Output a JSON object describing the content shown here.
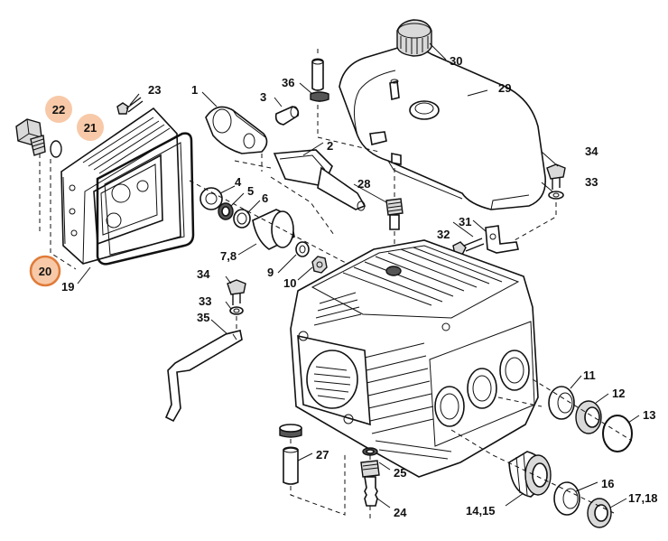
{
  "diagram": {
    "highlight_color": "#f7c9a8",
    "highlight_ring_color": "#e07b39",
    "highlighted_parts": [
      "22",
      "21",
      "20"
    ],
    "labels": {
      "p1": "1",
      "p2": "2",
      "p3": "3",
      "p4": "4",
      "p5": "5",
      "p6": "6",
      "p78": "7,8",
      "p9": "9",
      "p10": "10",
      "p11": "11",
      "p12": "12",
      "p13": "13",
      "p1415": "14,15",
      "p16": "16",
      "p1718": "17,18",
      "p19": "19",
      "p20": "20",
      "p21": "21",
      "p22": "22",
      "p23": "23",
      "p24": "24",
      "p25": "25",
      "p27": "27",
      "p28": "28",
      "p29": "29",
      "p30": "30",
      "p31": "31",
      "p32": "32",
      "p33a": "33",
      "p33b": "33",
      "p34a": "34",
      "p34b": "34",
      "p35": "35",
      "p36": "36"
    }
  }
}
